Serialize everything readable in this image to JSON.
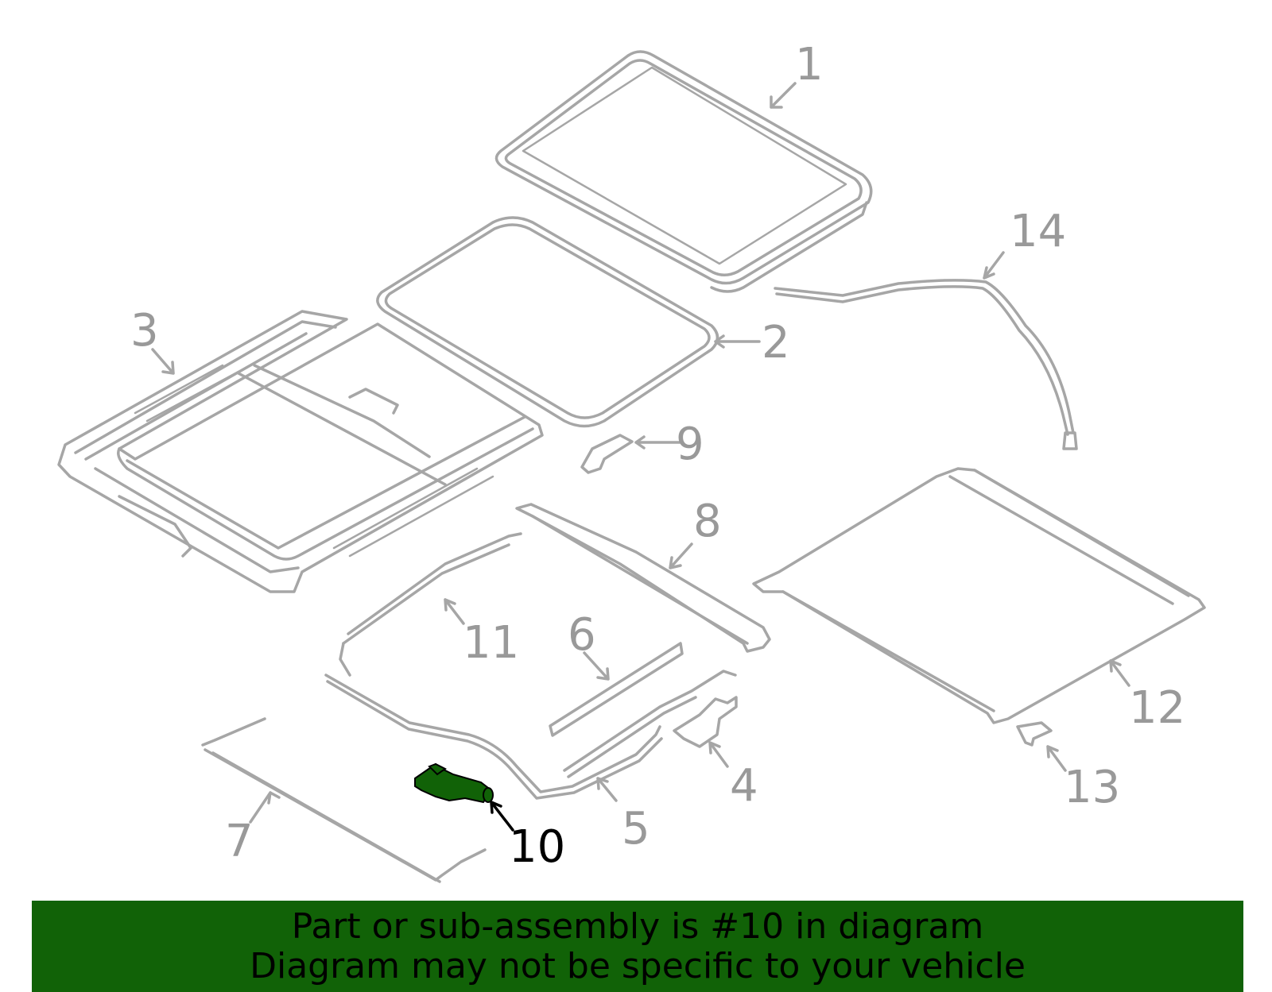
{
  "diagram": {
    "callouts": [
      "1",
      "2",
      "3",
      "4",
      "5",
      "6",
      "7",
      "8",
      "9",
      "10",
      "11",
      "12",
      "13",
      "14"
    ],
    "highlighted_part": "10",
    "highlight_color": "#116207",
    "part_color": "#a6a6a6",
    "label_color": "#999999"
  },
  "banner": {
    "line1": "Part or sub-assembly is #10 in diagram",
    "line2": "Diagram may not be specific to your vehicle",
    "background": "#116207"
  }
}
